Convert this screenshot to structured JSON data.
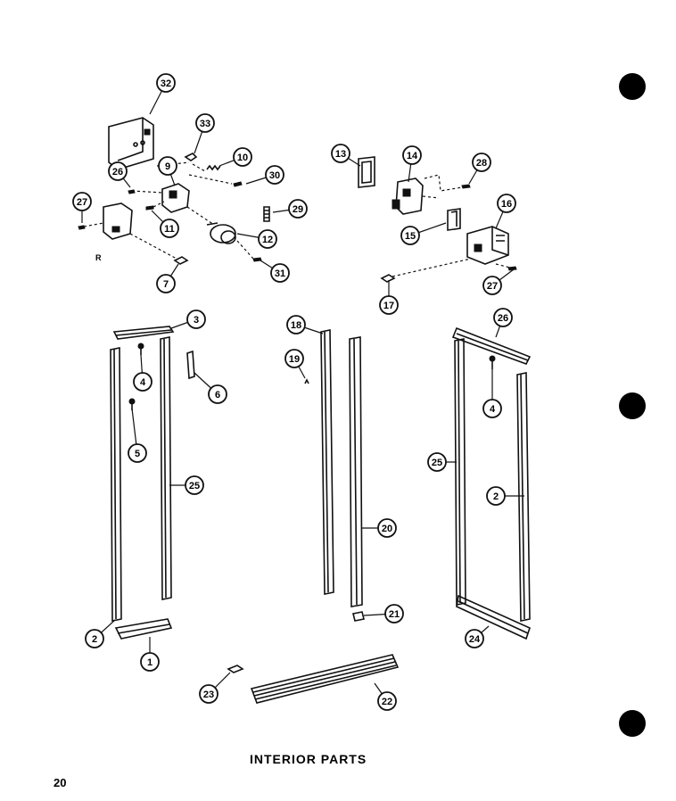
{
  "caption": "INTERIOR PARTS",
  "page_number": "20",
  "corner_letter": "R",
  "callouts": [
    "32",
    "33",
    "10",
    "26",
    "9",
    "30",
    "27",
    "11",
    "29",
    "12",
    "7",
    "31",
    "13",
    "14",
    "28",
    "15",
    "16",
    "17",
    "27",
    "3",
    "18",
    "26",
    "4",
    "19",
    "6",
    "4",
    "5",
    "25",
    "25",
    "2",
    "20",
    "2",
    "21",
    "1",
    "24",
    "23",
    "22"
  ],
  "colors": {
    "ink": "#111111",
    "background": "#ffffff"
  }
}
